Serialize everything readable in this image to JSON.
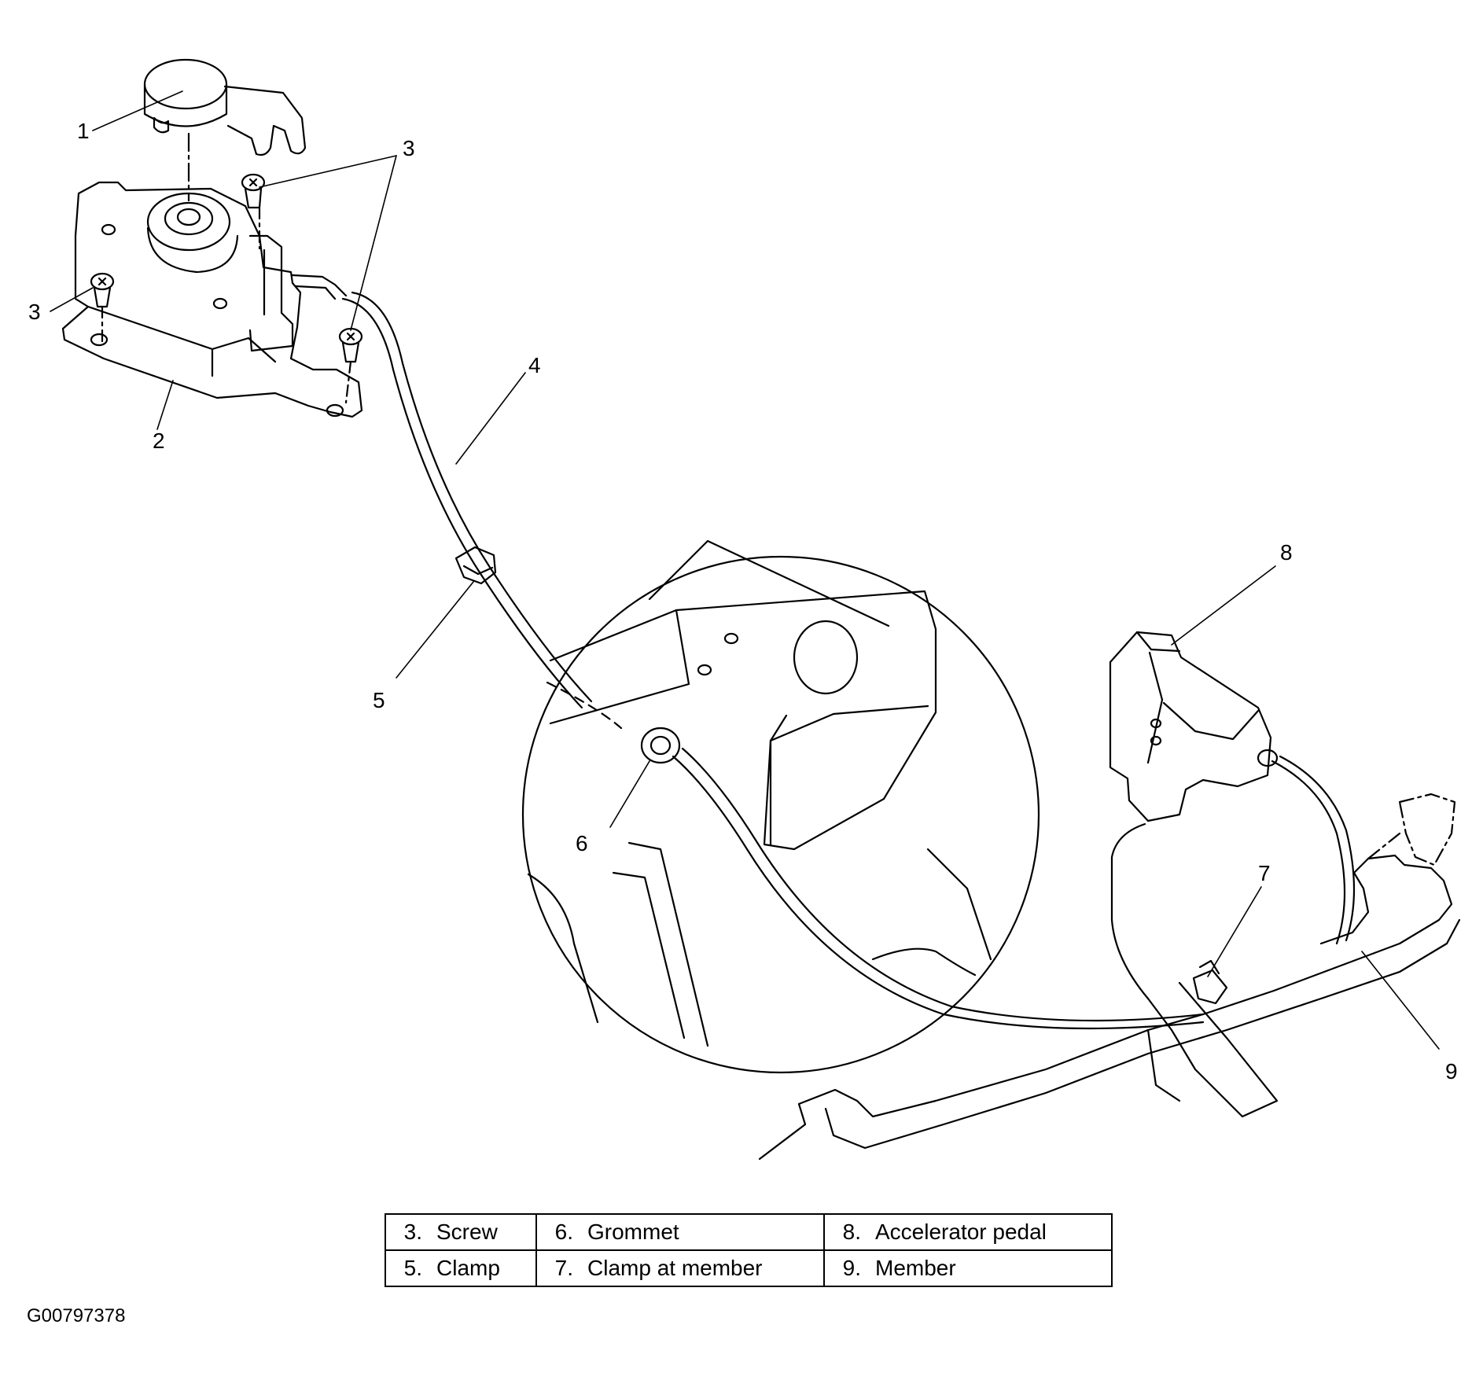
{
  "callouts": {
    "c1": "1",
    "c2": "2",
    "c3a": "3",
    "c3b": "3",
    "c4": "4",
    "c5": "5",
    "c6": "6",
    "c7": "7",
    "c8": "8",
    "c9": "9"
  },
  "legend": {
    "rows": [
      [
        {
          "num": "3.",
          "label": "Screw"
        },
        {
          "num": "6.",
          "label": "Grommet"
        },
        {
          "num": "8.",
          "label": "Accelerator pedal"
        }
      ],
      [
        {
          "num": "5.",
          "label": "Clamp"
        },
        {
          "num": "7.",
          "label": "Clamp at member"
        },
        {
          "num": "9.",
          "label": "Member"
        }
      ]
    ]
  },
  "figure_id": "G00797378"
}
